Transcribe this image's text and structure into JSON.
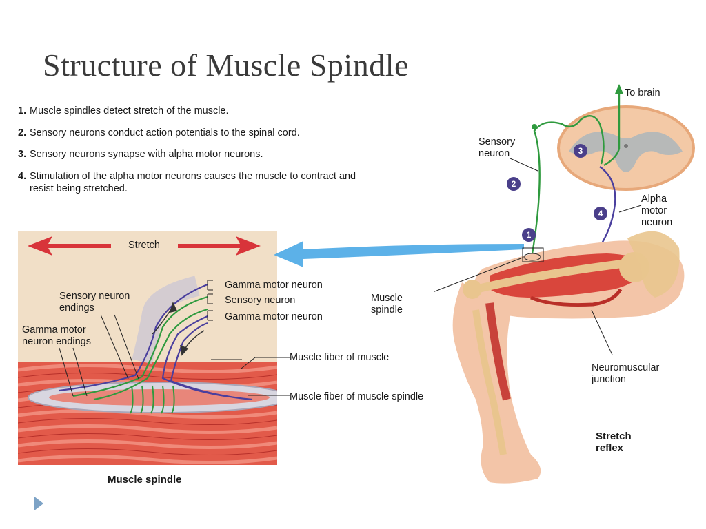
{
  "title": "Structure of Muscle Spindle",
  "steps": [
    {
      "num": "1.",
      "text": "Muscle spindles detect stretch of the muscle."
    },
    {
      "num": "2.",
      "text": "Sensory neurons conduct action potentials to the spinal cord."
    },
    {
      "num": "3.",
      "text": "Sensory neurons synapse with alpha motor neurons."
    },
    {
      "num": "4.",
      "text": "Stimulation of the alpha motor neurons causes the muscle to contract and resist being stretched."
    }
  ],
  "spindle_panel": {
    "stretch_label": "Stretch",
    "sensory_neuron_endings": "Sensory neuron endings",
    "gamma_motor_neuron_endings": "Gamma motor neuron endings",
    "gamma_motor_neuron_top": "Gamma motor neuron",
    "sensory_neuron": "Sensory neuron",
    "gamma_motor_neuron_bottom": "Gamma motor neuron",
    "muscle_fiber_of_muscle": "Muscle fiber of muscle",
    "muscle_fiber_of_spindle": "Muscle fiber of muscle spindle",
    "caption": "Muscle spindle"
  },
  "reflex_figure": {
    "to_brain": "To brain",
    "sensory_neuron": "Sensory neuron",
    "alpha_motor_neuron": "Alpha motor neuron",
    "muscle_spindle": "Muscle spindle",
    "neuromuscular_junction": "Neuromuscular junction",
    "stretch_reflex": "Stretch reflex",
    "markers": [
      "1",
      "2",
      "3",
      "4"
    ]
  },
  "colors": {
    "sensory_neuron": "#2f9a3e",
    "motor_neuron": "#4a3f9e",
    "stretch_arrow": "#d8343a",
    "link_arrow": "#4aa9e6",
    "muscle": "#d9463c",
    "bone": "#e9c58e",
    "spinal_gray": "#b7b9b8",
    "marker": "#4a3f8a"
  }
}
